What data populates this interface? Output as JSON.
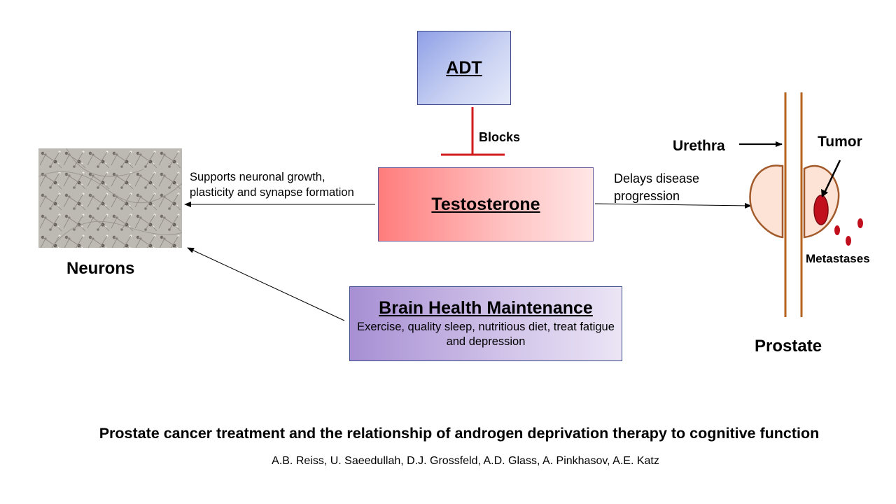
{
  "adt": {
    "label": "ADT"
  },
  "blocks": {
    "label": "Blocks"
  },
  "testosterone": {
    "label": "Testosterone"
  },
  "supports": {
    "line1": "Supports neuronal growth,",
    "line2": "plasticity and synapse formation"
  },
  "delays": {
    "line1": "Delays disease",
    "line2": "progression"
  },
  "neurons": {
    "label": "Neurons"
  },
  "brain": {
    "title": "Brain Health Maintenance",
    "description": "Exercise, quality sleep, nutritious diet,  treat fatigue and depression"
  },
  "prostate": {
    "urethra": "Urethra",
    "tumor": "Tumor",
    "metastases": "Metastases",
    "label": "Prostate"
  },
  "footer": {
    "title": "Prostate cancer treatment and the relationship of androgen deprivation therapy to cognitive function",
    "authors": "A.B. Reiss, U. Saeedullah, D.J. Grossfeld, A.D. Glass, A. Pinkhasov, A.E. Katz"
  },
  "colors": {
    "block_line": "#d01c1c",
    "urethra": "#b5631f",
    "gland_fill": "#fde2d6",
    "gland_stroke": "#a35a2a",
    "tumor": "#c10f1d"
  }
}
